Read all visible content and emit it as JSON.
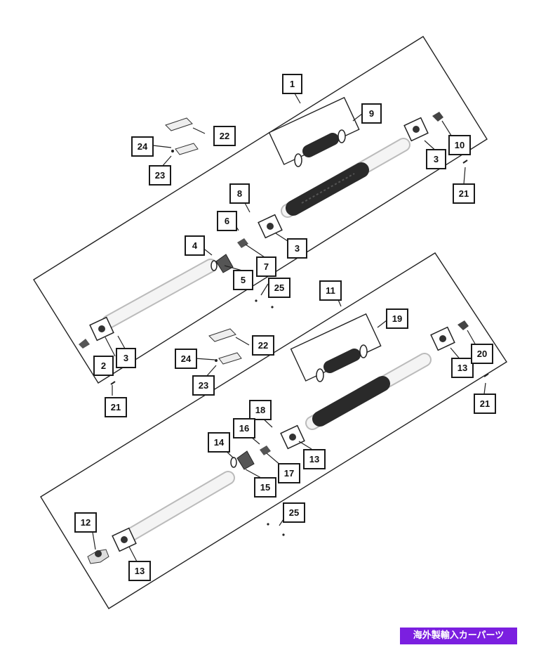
{
  "callouts": {
    "c1": "1",
    "c2": "2",
    "c3a": "3",
    "c3b": "3",
    "c3c": "3",
    "c4": "4",
    "c5": "5",
    "c6": "6",
    "c7": "7",
    "c8": "8",
    "c9": "9",
    "c10": "10",
    "c11": "11",
    "c12": "12",
    "c13a": "13",
    "c13b": "13",
    "c13c": "13",
    "c14": "14",
    "c15": "15",
    "c16": "16",
    "c17": "17",
    "c18": "18",
    "c19": "19",
    "c20": "20",
    "c21a": "21",
    "c21b": "21",
    "c21c": "21",
    "c22a": "22",
    "c22b": "22",
    "c23a": "23",
    "c23b": "23",
    "c24a": "24",
    "c24b": "24",
    "c25a": "25",
    "c25b": "25"
  },
  "badge": {
    "text": "海外製輸入カーパーツ"
  },
  "colors": {
    "badge_bg": "#7b1fe0",
    "line": "#222222",
    "shaft_dark": "#2a2a2a"
  }
}
